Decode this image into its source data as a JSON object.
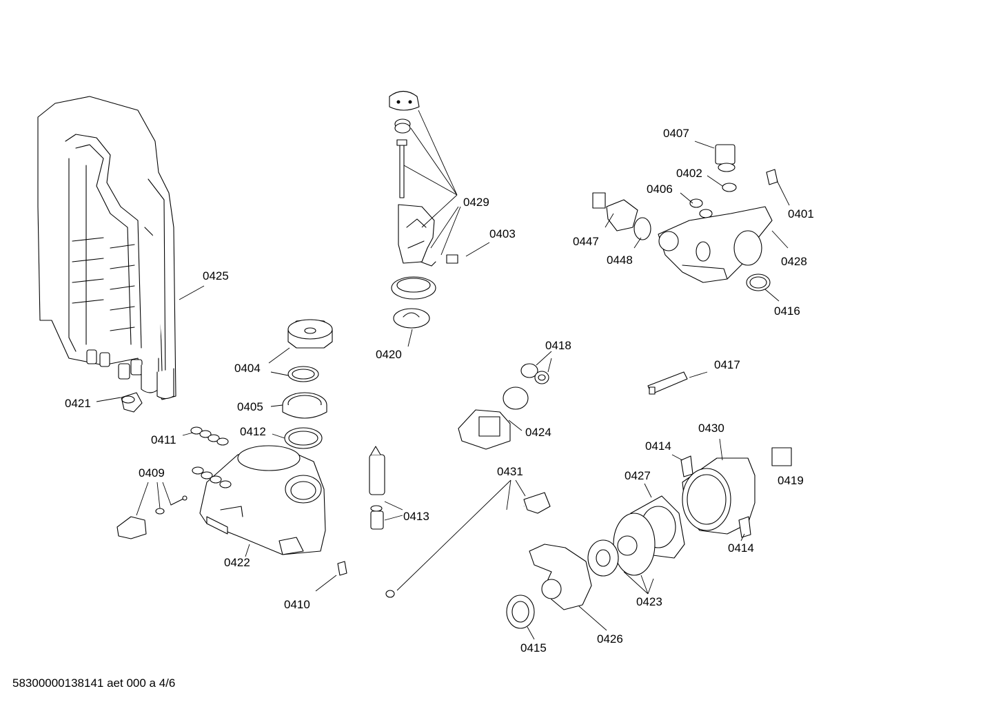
{
  "footer": "58300000138141 aet 000 a 4/6",
  "labels": {
    "p0401": "0401",
    "p0402": "0402",
    "p0403": "0403",
    "p0404": "0404",
    "p0405": "0405",
    "p0406": "0406",
    "p0407": "0407",
    "p0409": "0409",
    "p0410": "0410",
    "p0411": "0411",
    "p0412": "0412",
    "p0413": "0413",
    "p0414a": "0414",
    "p0414b": "0414",
    "p0415": "0415",
    "p0416": "0416",
    "p0417": "0417",
    "p0418": "0418",
    "p0419": "0419",
    "p0420": "0420",
    "p0421": "0421",
    "p0422": "0422",
    "p0423": "0423",
    "p0424": "0424",
    "p0425": "0425",
    "p0426": "0426",
    "p0427": "0427",
    "p0428": "0428",
    "p0429": "0429",
    "p0430": "0430",
    "p0431": "0431",
    "p0447": "0447",
    "p0448": "0448"
  }
}
